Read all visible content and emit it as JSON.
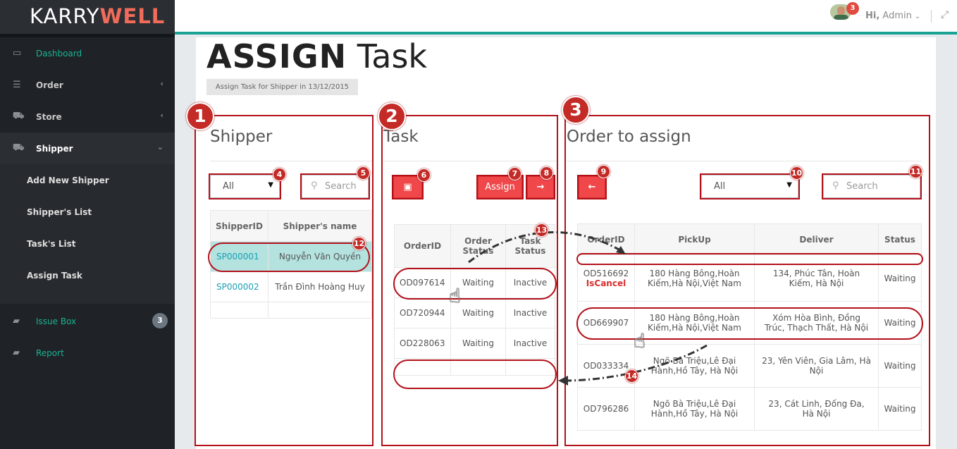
{
  "brand": {
    "part1": "KARRY",
    "part2": "WELL"
  },
  "nav": {
    "dashboard": "Dashboard",
    "order": "Order",
    "store": "Store",
    "shipper": "Shipper",
    "sub": [
      "Add New Shipper",
      "Shipper's List",
      "Task's List",
      "Assign Task"
    ],
    "issue_box": "Issue Box",
    "issue_count": "3",
    "report": "Report"
  },
  "topbar": {
    "notif_count": "3",
    "hi": "Hi,",
    "user": "Admin"
  },
  "page": {
    "title_bold": "ASSIGN",
    "title_rest": "Task",
    "subtitle": "Assign Task for Shipper in 13/12/2015"
  },
  "shipper": {
    "title": "Shipper",
    "filter": "All",
    "search_placeholder": "Search",
    "columns": [
      "ShipperID",
      "Shipper's name"
    ],
    "rows": [
      {
        "id": "SP000001",
        "name": "Nguyễn Văn Quyền"
      },
      {
        "id": "SP000002",
        "name": "Trần Đình Hoàng Huy"
      }
    ]
  },
  "task": {
    "title": "Task",
    "assign_label": "Assign",
    "columns": [
      "OrderID",
      "Order Status",
      "Task Status"
    ],
    "rows": [
      {
        "id": "OD097614",
        "order_status": "Waiting",
        "task_status": "Inactive"
      },
      {
        "id": "OD720944",
        "order_status": "Waiting",
        "task_status": "Inactive"
      },
      {
        "id": "OD228063",
        "order_status": "Waiting",
        "task_status": "Inactive"
      }
    ]
  },
  "orders": {
    "title": "Order to assign",
    "filter": "All",
    "search_placeholder": "Search",
    "columns": [
      "OrderID",
      "PickUp",
      "Deliver",
      "Status"
    ],
    "rows": [
      {
        "id": "OD516692",
        "flag": "IsCancel",
        "pickup": "180 Hàng Bông,Hoàn Kiếm,Hà Nội,Việt Nam",
        "deliver": "134, Phúc Tân, Hoàn Kiếm, Hà Nội",
        "status": "Waiting"
      },
      {
        "id": "OD669907",
        "flag": "",
        "pickup": "180 Hàng Bông,Hoàn Kiếm,Hà Nội,Việt Nam",
        "deliver": "Xóm Hòa Bình, Đồng Trúc, Thạch Thất, Hà Nội",
        "status": "Waiting"
      },
      {
        "id": "OD033334",
        "flag": "",
        "pickup": "Ngõ Bà Triệu,Lê Đại Hành,Hồ Tây, Hà Nội",
        "deliver": "23, Yên Viên, Gia Lâm, Hà Nội",
        "status": "Waiting"
      },
      {
        "id": "OD796286",
        "flag": "",
        "pickup": "Ngõ Bà Triệu,Lê Đại Hành,Hồ Tây, Hà Nội",
        "deliver": "23, Cát Linh, Đống Đa, Hà Nội",
        "status": "Waiting"
      }
    ]
  },
  "markers": {
    "big": [
      "1",
      "2",
      "3"
    ],
    "small": [
      "4",
      "5",
      "6",
      "7",
      "8",
      "9",
      "10",
      "11",
      "12",
      "13",
      "14"
    ]
  }
}
